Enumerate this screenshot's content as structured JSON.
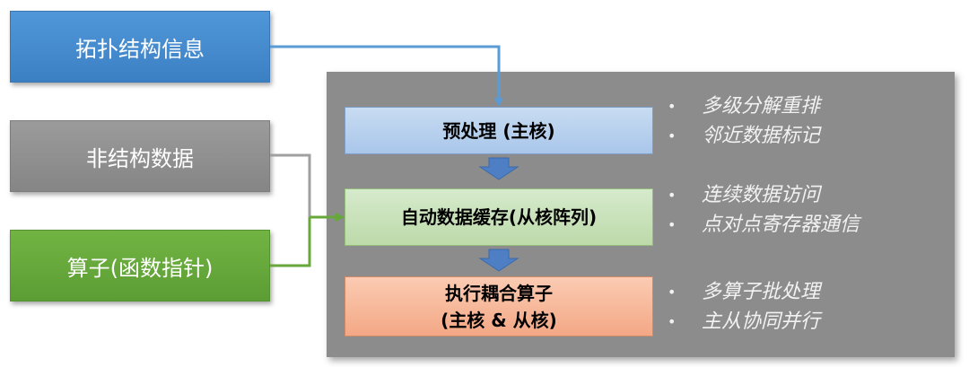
{
  "inputs": {
    "topology": "拓扑结构信息",
    "unstructured": "非结构数据",
    "operator": "算子(函数指针)"
  },
  "steps": {
    "preprocess": "预处理 (主核)",
    "auto_cache": "自动数据缓存(从核阵列)",
    "execute_line1": "执行耦合算子",
    "execute_line2": "(主核 & 从核)"
  },
  "notes": {
    "preprocess": [
      "多级分解重排",
      "邻近数据标记"
    ],
    "auto_cache": [
      "连续数据访问",
      "点对点寄存器通信"
    ],
    "execute": [
      "多算子批处理",
      "主从协同并行"
    ],
    "bullet_symbol": "•"
  },
  "colors": {
    "topology": "#4a8fd3",
    "unstructured": "#8f8f8f",
    "operator": "#66a83a",
    "panel": "#8c8c8c",
    "down_arrow": "#4e7fc4"
  }
}
